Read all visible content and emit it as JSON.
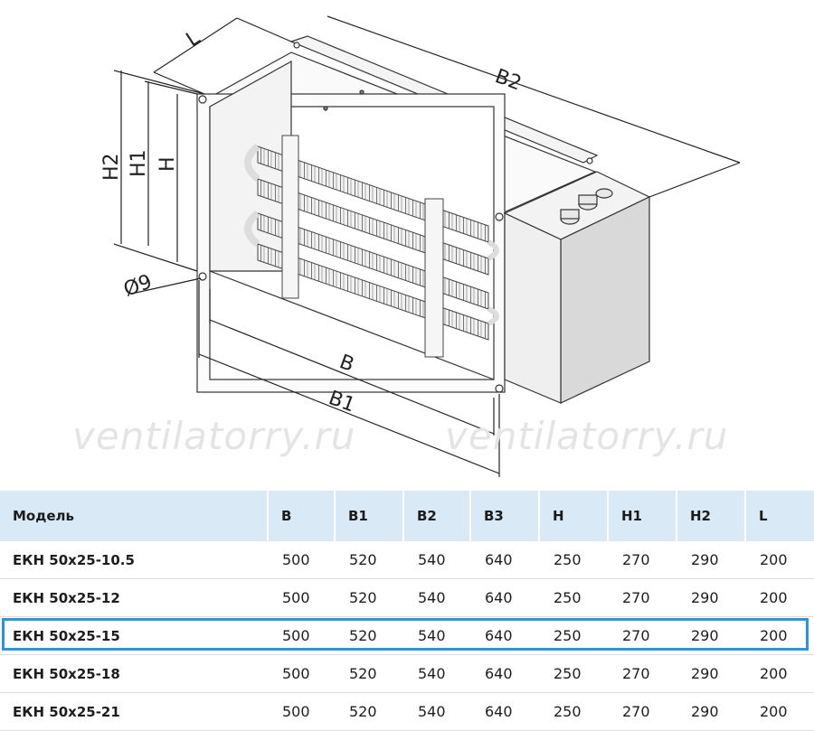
{
  "drawing": {
    "dimension_labels": {
      "L": "L",
      "B2": "B2",
      "H2": "H2",
      "H1": "H1",
      "H": "H",
      "d9": "Ø9",
      "B": "B",
      "B1": "B1"
    },
    "watermark": "ventilatorry.ru"
  },
  "table": {
    "headers": [
      "Модель",
      "B",
      "B1",
      "B2",
      "B3",
      "H",
      "H1",
      "H2",
      "L"
    ],
    "rows": [
      [
        "ЕКН 50х25-10.5",
        "500",
        "520",
        "540",
        "640",
        "250",
        "270",
        "290",
        "200"
      ],
      [
        "ЕКН 50х25-12",
        "500",
        "520",
        "540",
        "640",
        "250",
        "270",
        "290",
        "200"
      ],
      [
        "ЕКН 50х25-15",
        "500",
        "520",
        "540",
        "640",
        "250",
        "270",
        "290",
        "200"
      ],
      [
        "ЕКН 50х25-18",
        "500",
        "520",
        "540",
        "640",
        "250",
        "270",
        "290",
        "200"
      ],
      [
        "ЕКН 50х25-21",
        "500",
        "520",
        "540",
        "640",
        "250",
        "270",
        "290",
        "200"
      ]
    ],
    "highlighted_row": "ЕКН 50х25-15"
  },
  "colors": {
    "header_bg": "#d9e9f5",
    "highlight": "#2b95dc",
    "line": "#333333"
  }
}
